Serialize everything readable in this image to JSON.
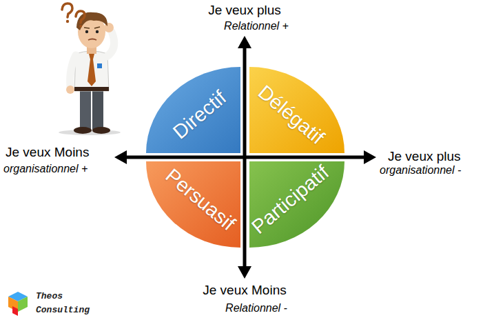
{
  "diagram": {
    "nodes": [
      {
        "text": [
          "Directif"
        ]
      },
      {
        "text": [
          "Délégatif"
        ]
      },
      {
        "text": [
          "Persuasif"
        ]
      },
      {
        "text": [
          "Participatif"
        ]
      }
    ],
    "labels": [
      "Je veux plus",
      "Relationnel +",
      "Je veux Moins",
      "organisationnel +",
      "Je veux plus",
      "organisationnel -",
      "Je veux Moins",
      "Relationnel -",
      "Theos",
      "Consulting"
    ]
  }
}
